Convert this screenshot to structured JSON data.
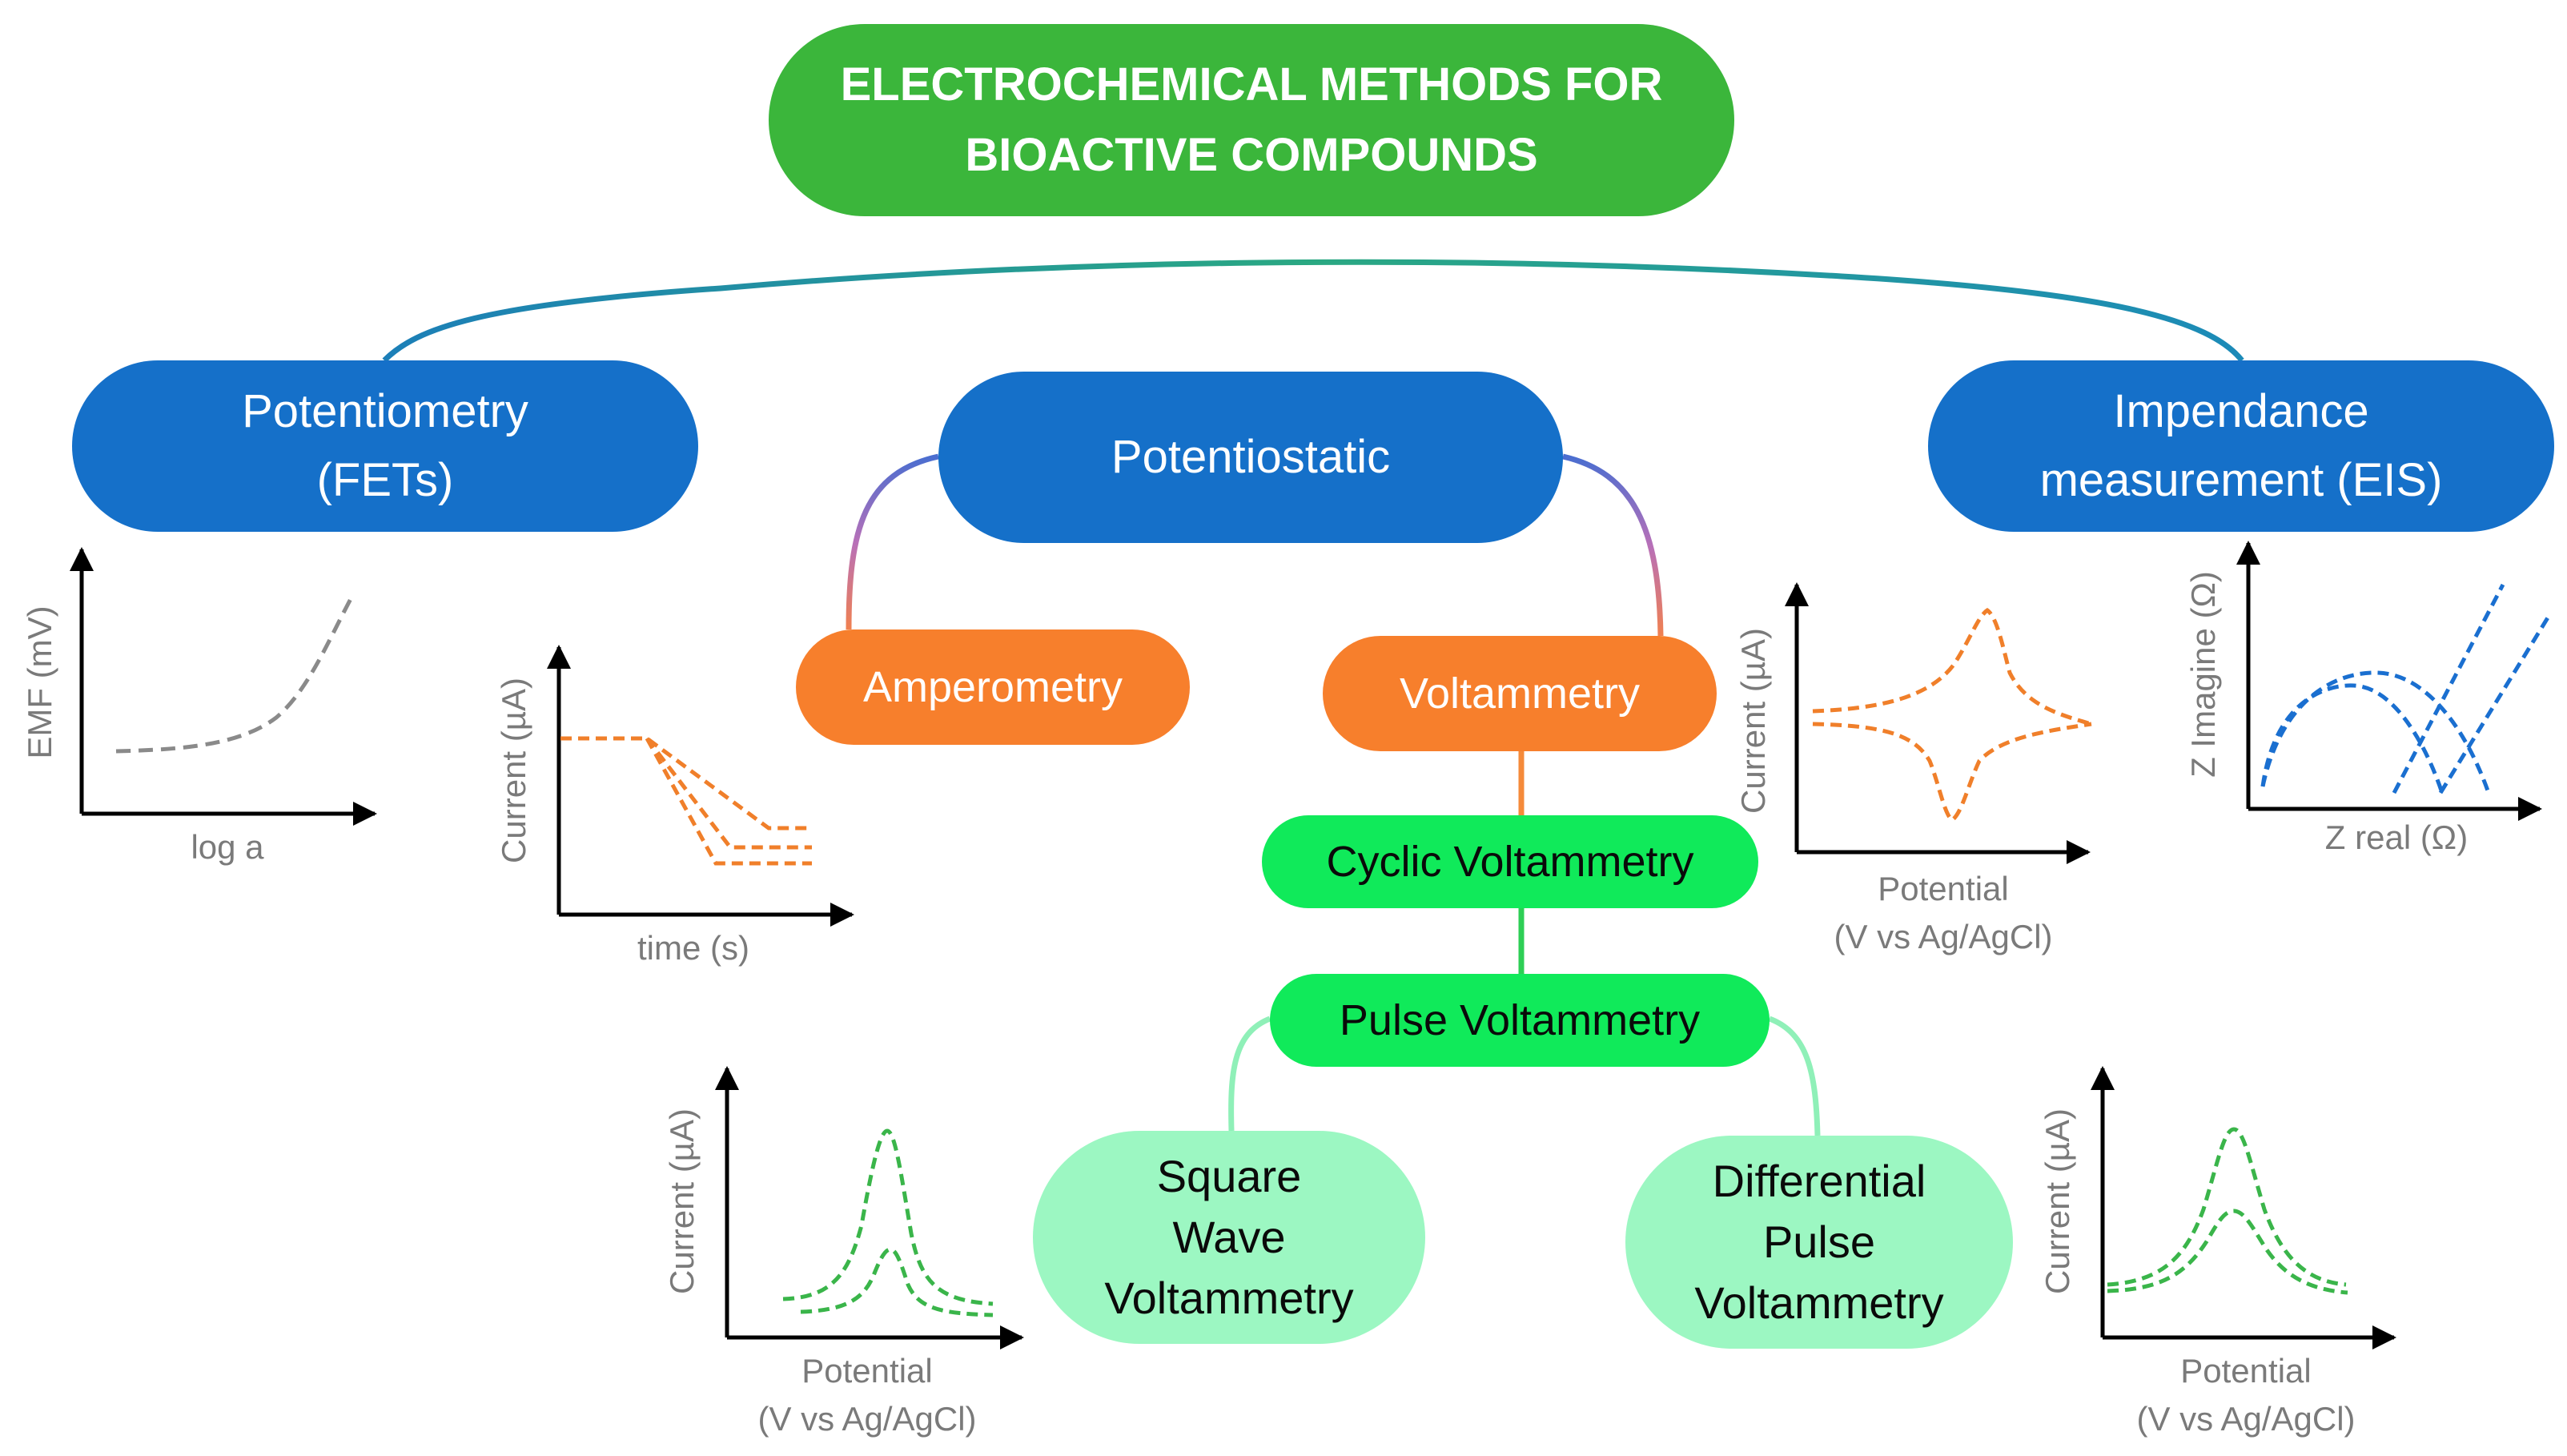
{
  "title": {
    "line1": "ELECTROCHEMICAL METHODS FOR",
    "line2": "BIOACTIVE COMPOUNDS"
  },
  "methods": {
    "potentiometry": {
      "line1": "Potentiometry",
      "line2": "(FETs)"
    },
    "potentiostatic": {
      "label": "Potentiostatic"
    },
    "impedance": {
      "line1": "Impendance",
      "line2": "measurement (EIS)"
    },
    "amperometry": {
      "label": "Amperometry"
    },
    "voltammetry": {
      "label": "Voltammetry"
    },
    "cyclic": {
      "label": "Cyclic Voltammetry"
    },
    "pulse": {
      "label": "Pulse Voltammetry"
    },
    "square_wave": {
      "line1": "Square",
      "line2": "Wave",
      "line3": "Voltammetry"
    },
    "differential": {
      "line1": "Differential",
      "line2": "Pulse",
      "line3": "Voltammetry"
    }
  },
  "graphs": {
    "potentiometry": {
      "ylabel": "EMF (mV)",
      "xlabel": "log a"
    },
    "amperometry": {
      "ylabel": "Current (µA)",
      "xlabel": "time (s)"
    },
    "cyclic": {
      "ylabel": "Current (µA)",
      "xlabel_line1": "Potential",
      "xlabel_line2": "(V vs Ag/AgCl)"
    },
    "eis": {
      "ylabel": "Z Imagine (Ω)",
      "xlabel": "Z real (Ω)"
    },
    "square_wave": {
      "ylabel": "Current (µA)",
      "xlabel_line1": "Potential",
      "xlabel_line2": "(V vs Ag/AgCl)"
    },
    "differential": {
      "ylabel": "Current (µA)",
      "xlabel_line1": "Potential",
      "xlabel_line2": "(V vs Ag/AgCl)"
    }
  },
  "colors": {
    "title_green": "#3bb63b",
    "method_blue": "#1570c9",
    "technique_orange": "#f77f2c",
    "voltammetry_green": "#10ea5a",
    "pulse_mint": "#9cf7c2",
    "curve_gray": "#8a8a8a",
    "curve_orange": "#f07f2a",
    "curve_blue": "#1a6fd0",
    "curve_green": "#3ab54a"
  }
}
